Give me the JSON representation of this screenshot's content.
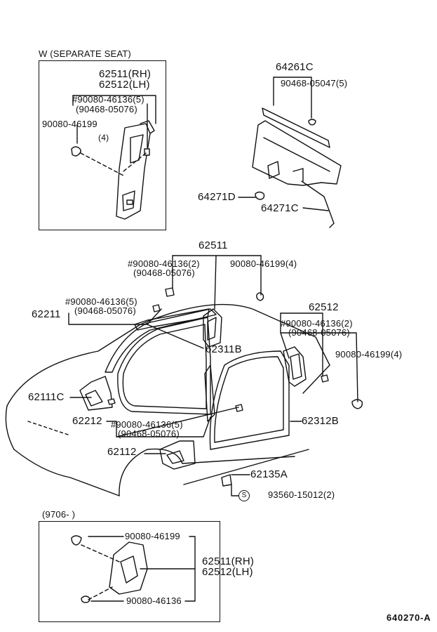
{
  "panels": {
    "separate_seat": {
      "title": "W (SEPARATE  SEAT)"
    },
    "year_note": {
      "title": "(9706-        )"
    }
  },
  "labels": {
    "ss_62511": "62511(RH)",
    "ss_62512": "62512(LH)",
    "ss_hash_90080_5": "#90080-46136(5)",
    "ss_90468_5": "(90468-05076)",
    "ss_90080_46199": "90080-46199",
    "ss_qty4": "(4)",
    "p_64261C": "64261C",
    "p_90468_05047": "90468-05047(5)",
    "p_64271D": "64271D",
    "p_64271C": "64271C",
    "m_62511": "62511",
    "m_hash_90080_2": "#90080-46136(2)",
    "m_90468_a": "(90468-05076)",
    "m_90080_46199_4a": "90080-46199(4)",
    "m_hash_90080_5a": "#90080-46136(5)",
    "m_90468_b": "(90468-05076)",
    "m_62211": "62211",
    "m_62512": "62512",
    "m_hash_90080_2b": "#90080-46136(2)",
    "m_90468_c": "(90468-05076)",
    "m_62311B": "62311B",
    "m_90080_46199_4b": "90080-46199(4)",
    "m_62111C": "62111C",
    "m_62212": "62212",
    "m_hash_90080_5b": "#90080-46136(5)",
    "m_90468_d": "(90468-05076)",
    "m_62312B": "62312B",
    "m_62112": "62112",
    "m_62135A": "62135A",
    "m_s_symbol": "S",
    "m_93560": "93560-15012(2)",
    "b_90080_46199": "90080-46199",
    "b_62511": "62511(RH)",
    "b_62512": "62512(LH)",
    "b_90080_46136": "90080-46136",
    "footer_code": "640270-A"
  }
}
